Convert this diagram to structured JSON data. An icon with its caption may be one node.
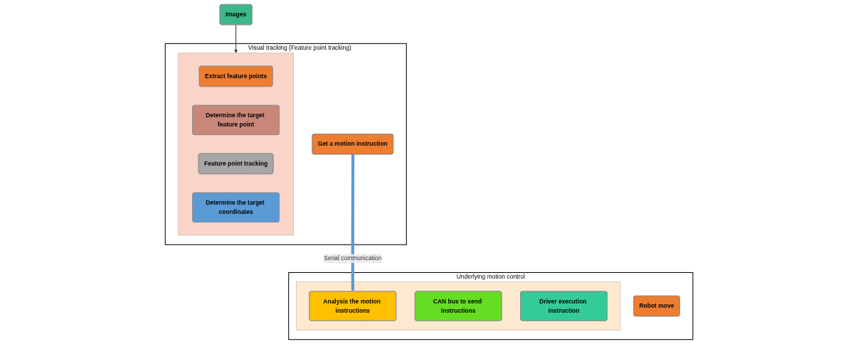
{
  "diagram": {
    "nodes": [
      {
        "text": [
          "Visual tracking",
          "(Feature point tracking)"
        ]
      },
      {
        "text": [
          "Images"
        ]
      },
      {
        "text": [],
        "shape": "arrow",
        "in": 0
      },
      {
        "text": [
          "Extract feature points"
        ],
        "in": 2
      },
      {
        "text": [
          "Determine the target feature point"
        ],
        "in": 2
      },
      {
        "text": [
          "Feature point tracking"
        ],
        "in": 2
      },
      {
        "text": [
          "Determine the target coordinates"
        ],
        "in": 2
      },
      {
        "text": [
          "Get a motion instruction"
        ],
        "in": 0
      },
      {
        "text": [
          "Underlying motion control"
        ]
      },
      {
        "text": [],
        "shape": "arrow",
        "in": 8
      },
      {
        "text": [
          "Analysis the motion instructions"
        ],
        "in": 9
      },
      {
        "text": [
          "CAN bus to send instructions"
        ],
        "in": 9
      },
      {
        "text": [
          "Driver execution instruction"
        ],
        "in": 9
      },
      {
        "text": [
          "Robot move"
        ],
        "in": 8
      }
    ],
    "edges": [
      {
        "from": 1,
        "to": 2,
        "arrow": "to"
      },
      {
        "from": 7,
        "to": 10,
        "arrow": "to",
        "label": "Serial communication",
        "style": "thick",
        "color": "#5b9bd5"
      }
    ]
  }
}
